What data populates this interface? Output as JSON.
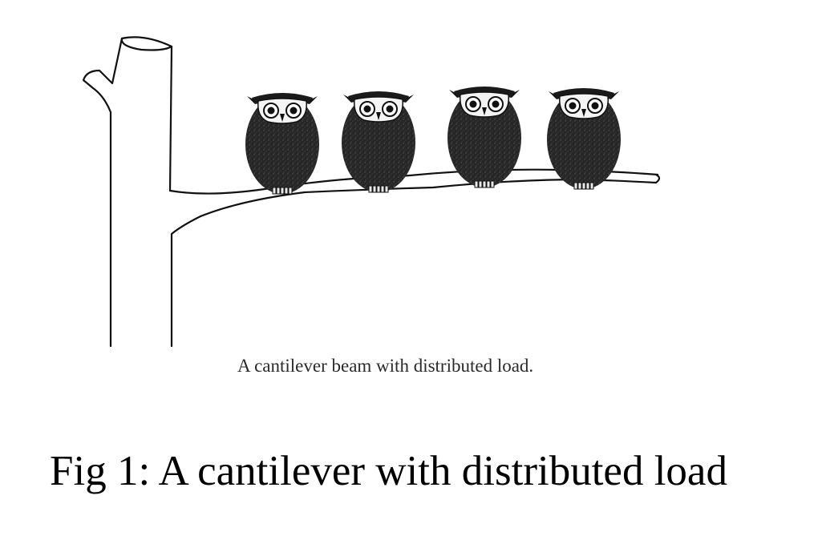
{
  "figure": {
    "illustration_caption": "A cantilever beam with distributed load.",
    "figure_caption": "Fig 1: A cantilever with distributed load"
  },
  "colors": {
    "ink": "#111111",
    "owl_dark": "#2b2b2b",
    "background": "#ffffff"
  },
  "owls": [
    {
      "id": "owl-1"
    },
    {
      "id": "owl-2"
    },
    {
      "id": "owl-3"
    },
    {
      "id": "owl-4"
    }
  ]
}
